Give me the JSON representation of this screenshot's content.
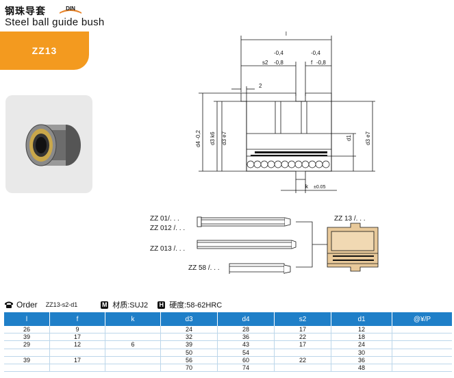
{
  "header": {
    "title_cn": "钢珠导套",
    "din_badge": "DIN",
    "title_en": "Steel ball guide bush",
    "model_tab": "ZZ13"
  },
  "drawing": {
    "dim_l": "l",
    "tol_s2_upper": "-0,4",
    "tol_s2_lower": "-0,8",
    "label_s2": "s2",
    "label_f": "f",
    "tol_f_upper": "-0,4",
    "tol_f_lower": "-0,8",
    "dim_2": "2",
    "dim_d4": "d4 -0,2",
    "dim_d3_k6": "d3 k6",
    "dim_d3_e7_left": "d3 e7",
    "dim_d1": "d1",
    "dim_d3_e7_right": "d3 e7",
    "dim_k": "k",
    "dim_k_tol": "±0.05",
    "ref_zz01": "ZZ 01/. . .",
    "ref_zz012": "ZZ 012 /. . .",
    "ref_zz013": "ZZ 013 /. . .",
    "ref_zz58": "ZZ 58 /. . .",
    "ref_zz13": "ZZ 13 /. . ."
  },
  "order": {
    "label": "Order",
    "code": "ZZ13-s2-d1",
    "material_icon": "M",
    "material": "材质:SUJ2",
    "hardness_icon": "H",
    "hardness": "硬度:58-62HRC"
  },
  "table": {
    "headers": [
      "l",
      "f",
      "k",
      "d3",
      "d4",
      "s2",
      "d1",
      "@¥/P"
    ],
    "rows": [
      {
        "l": "26",
        "f": "9",
        "k": "",
        "d3": "24",
        "d4": "28",
        "s2": "17",
        "d1": "12",
        "price": ""
      },
      {
        "l": "39",
        "f": "17",
        "k": "",
        "d3": "32",
        "d4": "36",
        "s2": "22",
        "d1": "18",
        "price": ""
      },
      {
        "l": "29",
        "f": "12",
        "k": "6",
        "d3": "39",
        "d4": "43",
        "s2": "17",
        "d1": "24",
        "price": ""
      },
      {
        "l": "",
        "f": "",
        "k": "",
        "d3": "50",
        "d4": "54",
        "s2": "",
        "d1": "30",
        "price": ""
      },
      {
        "l": "39",
        "f": "17",
        "k": "",
        "d3": "56",
        "d4": "60",
        "s2": "22",
        "d1": "36",
        "price": ""
      },
      {
        "l": "",
        "f": "",
        "k": "",
        "d3": "70",
        "d4": "74",
        "s2": "",
        "d1": "48",
        "price": ""
      }
    ]
  },
  "colors": {
    "accent_orange": "#f39a1f",
    "table_header_blue": "#1f7fc8",
    "bronze": "#e8c99a"
  }
}
